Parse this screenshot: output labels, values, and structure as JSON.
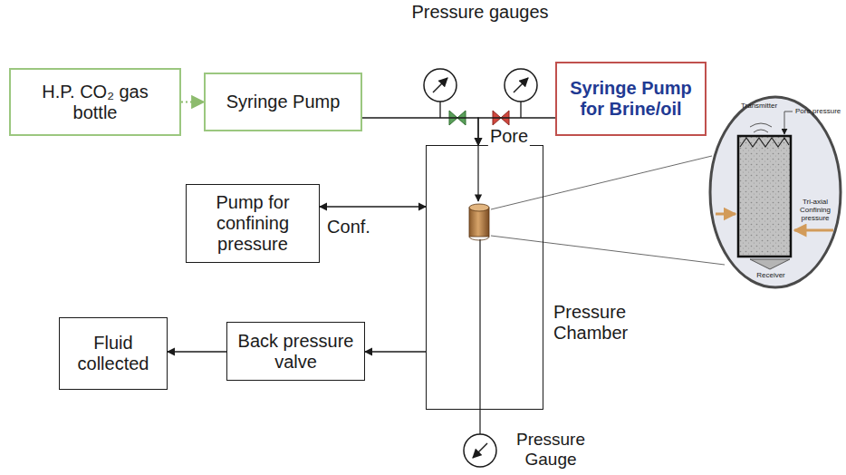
{
  "diagram": {
    "nodes": [
      {
        "text": [
          "H.P. CO₂ gas bottle"
        ]
      },
      {
        "text": [
          "Syringe Pump"
        ]
      },
      {
        "text": [
          "Syringe Pump for Brine/oil"
        ]
      },
      {
        "text": [
          "Pump for confining pressure"
        ]
      },
      {
        "text": [
          "Pressure Chamber"
        ]
      },
      {
        "text": [
          "Back pressure valve"
        ]
      },
      {
        "text": [
          "Fluid collected"
        ]
      }
    ],
    "edges": [
      {
        "from": 0,
        "to": 1,
        "arrow": "to"
      },
      {
        "from": 1,
        "to": 4,
        "arrow": "to",
        "label": "Pore"
      },
      {
        "from": 2,
        "to": 4,
        "arrow": "to"
      },
      {
        "from": 3,
        "to": 4,
        "arrow": "both",
        "label": "Conf."
      },
      {
        "from": 4,
        "to": 5,
        "arrow": "to"
      },
      {
        "from": 5,
        "to": 6,
        "arrow": "to"
      }
    ],
    "labels": [
      "Pressure gauges",
      "Pressure Gauge",
      "Transmitter",
      "Pore pressure",
      "Tri-axial Confining pressure",
      "Receiver"
    ]
  }
}
